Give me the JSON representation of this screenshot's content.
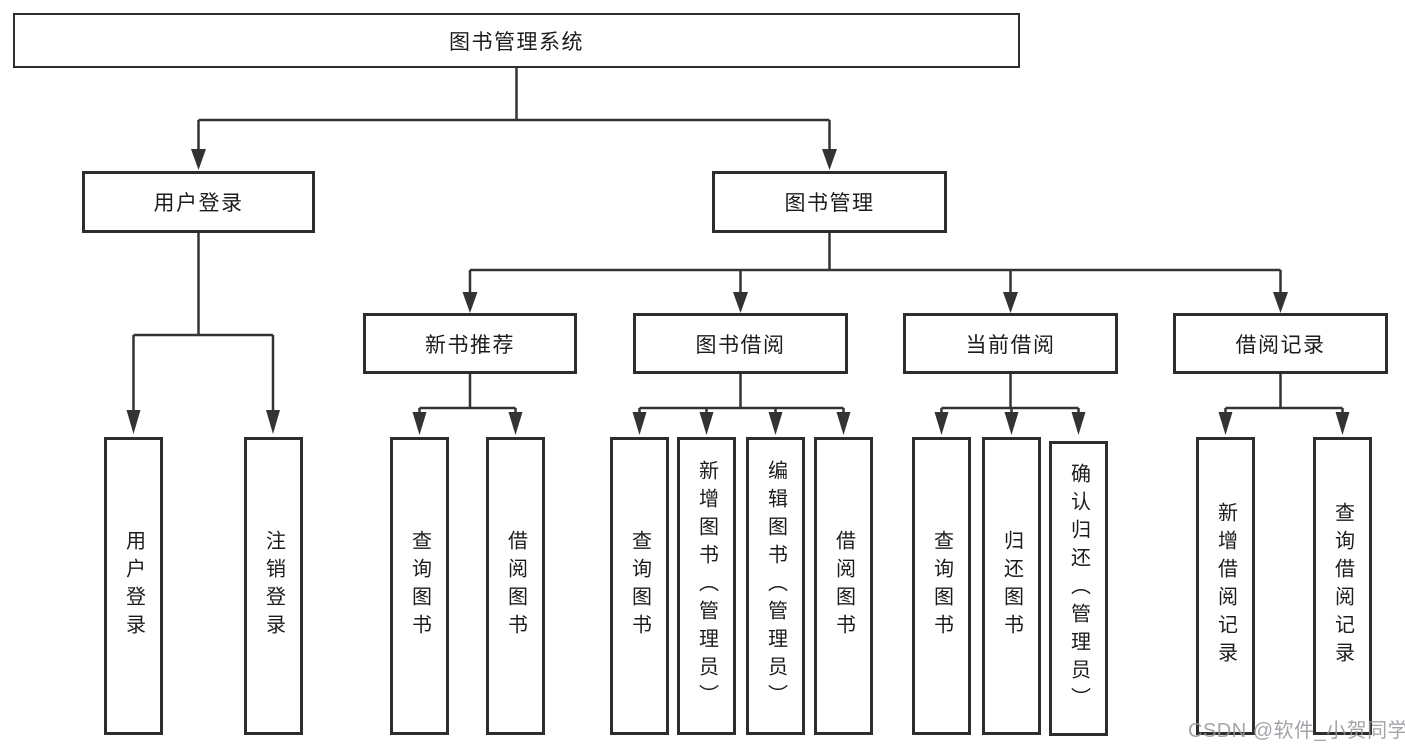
{
  "tree": {
    "root": {
      "label": "图书管理系统",
      "children": [
        {
          "label": "用户登录",
          "children": [
            {
              "label": "用户登录"
            },
            {
              "label": "注销登录"
            }
          ]
        },
        {
          "label": "图书管理",
          "children": [
            {
              "label": "新书推荐",
              "children": [
                {
                  "label": "查询图书"
                },
                {
                  "label": "借阅图书"
                }
              ]
            },
            {
              "label": "图书借阅",
              "children": [
                {
                  "label": "查询图书"
                },
                {
                  "label": "新增图书（管理员）"
                },
                {
                  "label": "编辑图书（管理员）"
                },
                {
                  "label": "借阅图书"
                }
              ]
            },
            {
              "label": "当前借阅",
              "children": [
                {
                  "label": "查询图书"
                },
                {
                  "label": "归还图书"
                },
                {
                  "label": "确认归还（管理员）"
                }
              ]
            },
            {
              "label": "借阅记录",
              "children": [
                {
                  "label": "新增借阅记录"
                },
                {
                  "label": "查询借阅记录"
                }
              ]
            }
          ]
        }
      ]
    }
  },
  "watermark": {
    "text": "CSDN @软件_小贺同学",
    "color": "#96989e"
  },
  "colors": {
    "background": "#ffffff",
    "box_border": "#2d2d2d",
    "connector": "#333333",
    "text": "#1c1c1c"
  }
}
